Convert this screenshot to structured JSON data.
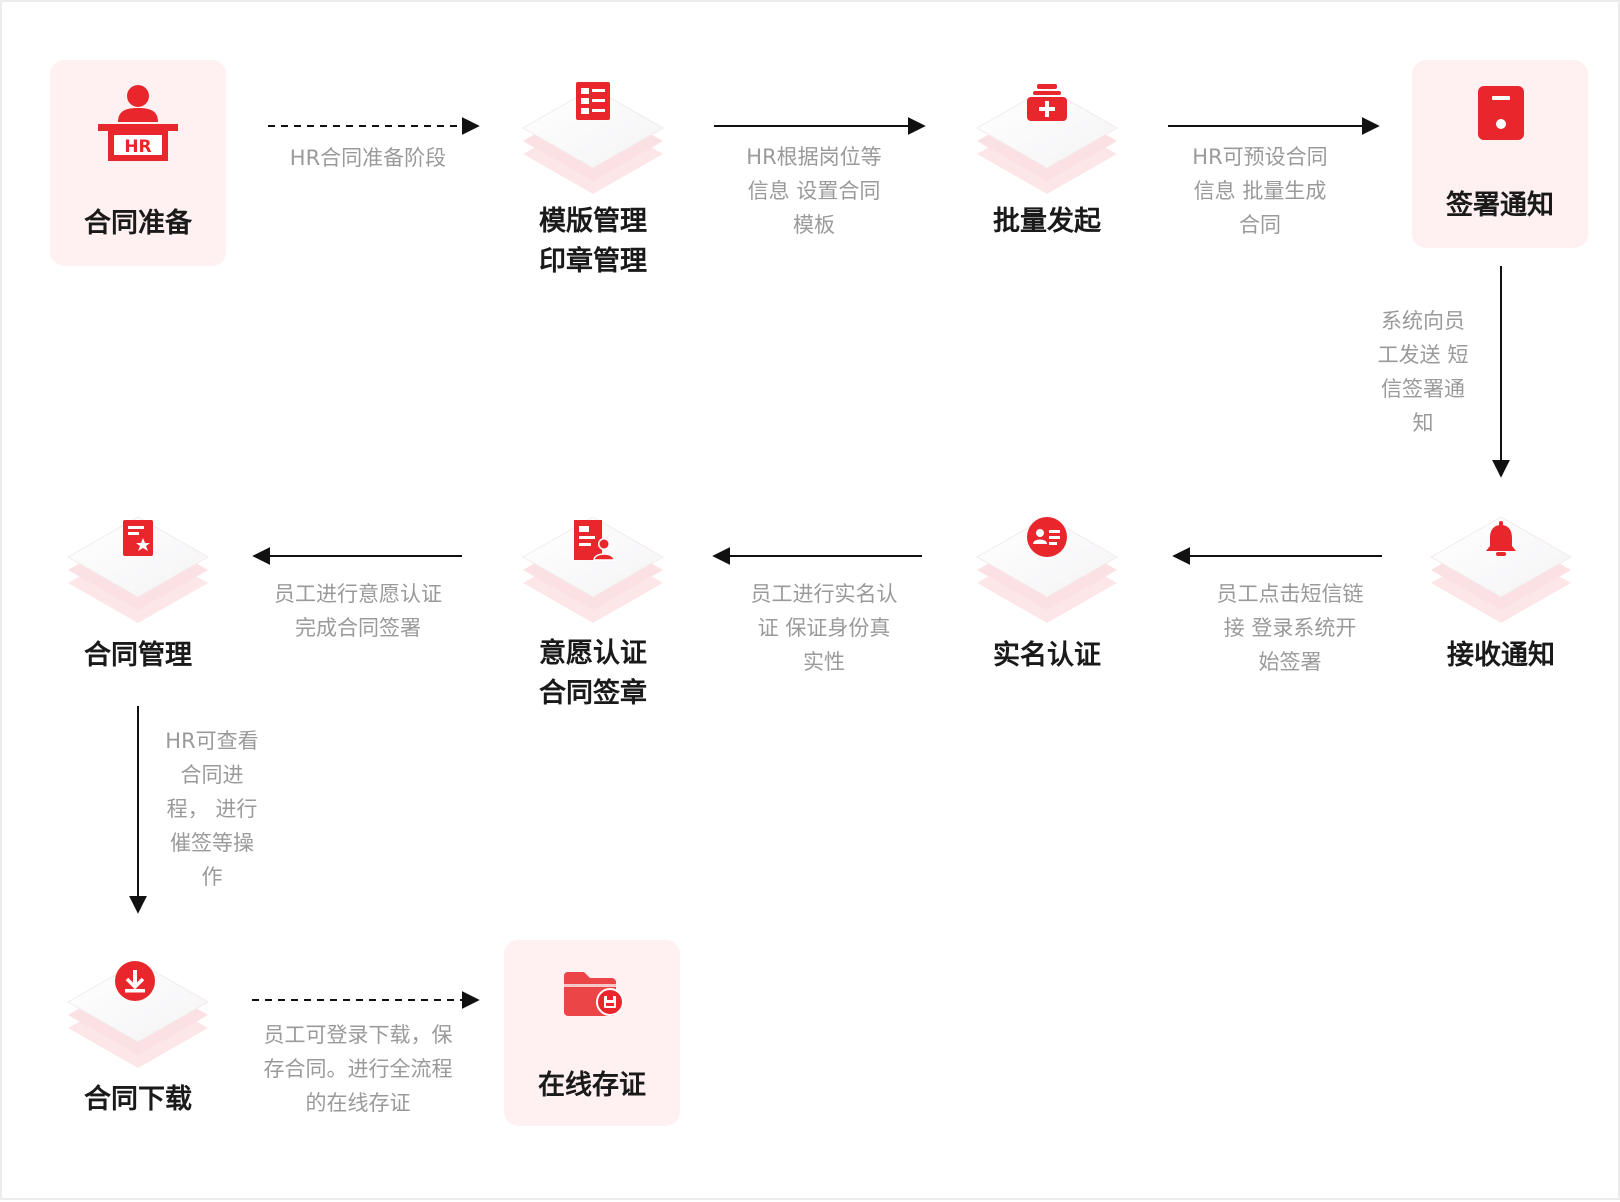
{
  "nodes": {
    "prep": {
      "title": "合同准备",
      "icon_text": "HR"
    },
    "template": {
      "title_1": "模版管理",
      "title_2": "印章管理"
    },
    "batch": {
      "title": "批量发起"
    },
    "notify": {
      "title": "签署通知"
    },
    "receive": {
      "title": "接收通知"
    },
    "realname": {
      "title": "实名认证"
    },
    "will": {
      "title_1": "意愿认证",
      "title_2": "合同签章"
    },
    "manage": {
      "title": "合同管理"
    },
    "download": {
      "title": "合同下载"
    },
    "evidence": {
      "title": "在线存证"
    }
  },
  "steps": {
    "s1": {
      "lines": [
        "HR合同准备阶段"
      ]
    },
    "s2": {
      "lines": [
        "HR根据岗位等",
        "信息 设置合同",
        "模板"
      ]
    },
    "s3": {
      "lines": [
        "HR可预设合同",
        "信息 批量生成",
        "合同"
      ]
    },
    "s4": {
      "lines": [
        "系统向员",
        "工发送 短",
        "信签署通",
        "知"
      ]
    },
    "s5": {
      "lines": [
        "员工点击短信链",
        "接 登录系统开",
        "始签署"
      ]
    },
    "s6": {
      "lines": [
        "员工进行实名认",
        "证 保证身份真",
        "实性"
      ]
    },
    "s7": {
      "lines": [
        "员工进行意愿认证",
        "完成合同签署"
      ]
    },
    "s8": {
      "lines": [
        "HR可查看",
        "合同进",
        "程， 进行",
        "催签等操",
        "作"
      ]
    },
    "s9": {
      "lines": [
        "员工可登录下载，保",
        "存合同。进行全流程",
        "的在线存证"
      ]
    }
  },
  "colors": {
    "accent": "#e8262c",
    "card_bg": "#fff1f2",
    "text": "#1a1a1a",
    "muted": "#9a9a9a"
  },
  "icons": {
    "prep": "hr-desk-icon",
    "template": "document-list-icon",
    "batch": "medical-case-icon",
    "notify": "phone-notification-icon",
    "receive": "bell-icon",
    "realname": "id-card-icon",
    "will": "contract-person-icon",
    "manage": "document-star-icon",
    "download": "download-icon",
    "evidence": "folder-save-icon"
  }
}
